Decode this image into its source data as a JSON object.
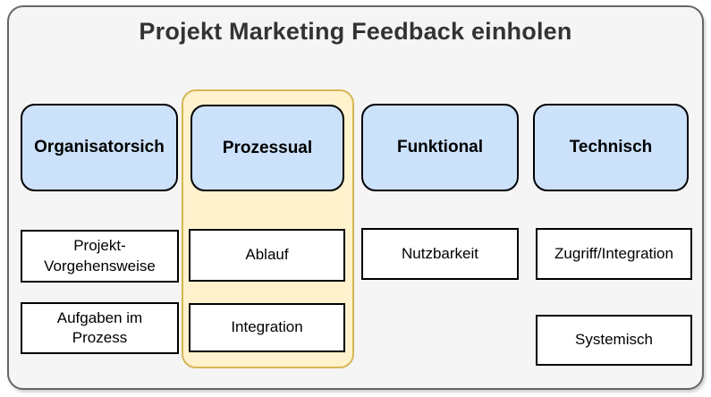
{
  "diagram": {
    "title": "Projekt Marketing Feedback einholen",
    "columns": [
      {
        "id": "organisatorisch",
        "header": "Organisatorsich",
        "highlighted": false,
        "items": [
          "Projekt-\nVorgehensweise",
          "Aufgaben im\nProzess"
        ]
      },
      {
        "id": "prozessual",
        "header": "Prozessual",
        "highlighted": true,
        "items": [
          "Ablauf",
          "Integration"
        ]
      },
      {
        "id": "funktional",
        "header": "Funktional",
        "highlighted": false,
        "items": [
          "Nutzbarkeit"
        ]
      },
      {
        "id": "technisch",
        "header": "Technisch",
        "highlighted": false,
        "items": [
          "Zugriff/Integration",
          "Systemisch"
        ]
      }
    ],
    "colors": {
      "header_fill": "#cce1fa",
      "header_border": "#000000",
      "highlight_fill": "#fff2cc",
      "highlight_border": "#d6b656",
      "frame_fill": "#f5f5f5",
      "frame_border": "#666666",
      "item_fill": "#ffffff",
      "item_border": "#000000",
      "title_color": "#333333"
    }
  }
}
